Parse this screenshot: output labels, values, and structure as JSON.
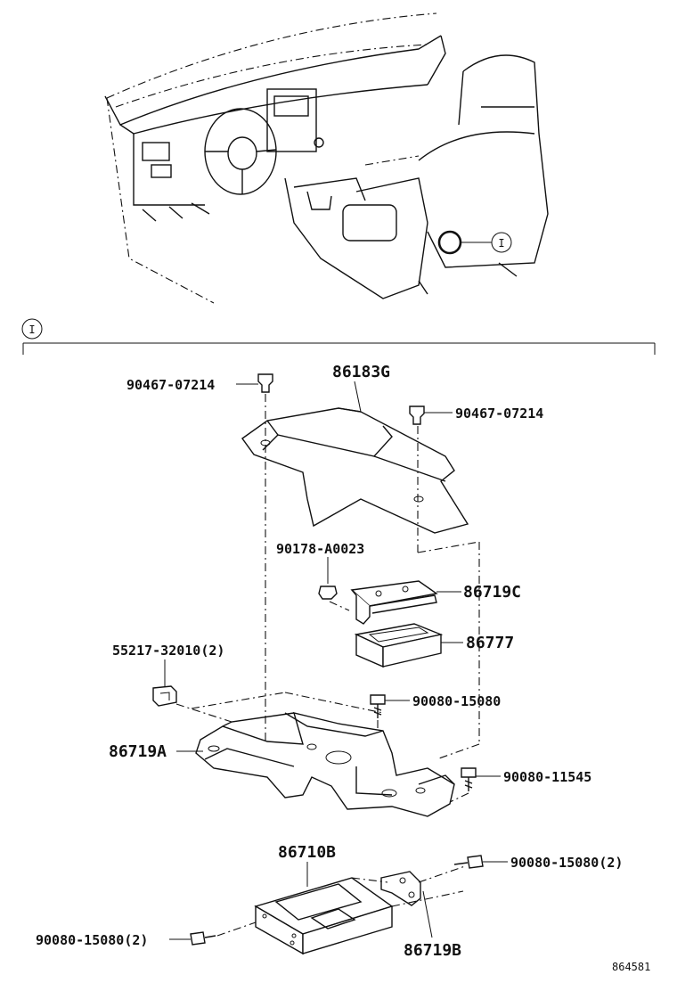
{
  "callout": {
    "ref_marker": "I",
    "section_marker": "I"
  },
  "parts": {
    "cover_top": "86183G",
    "screw_left_top": "90467-07214",
    "screw_right_top": "90467-07214",
    "nut": "90178-A0023",
    "bracket_c": "86719C",
    "module": "86777",
    "clip": "55217-32010(2)",
    "bolt_mid": "90080-15080",
    "bracket_a": "86719A",
    "bolt_right": "90080-11545",
    "amp_box": "86710B",
    "bolt_bottom_right": "90080-15080(2)",
    "bolt_bottom_left": "90080-15080(2)",
    "bracket_b": "86719B"
  },
  "footer": {
    "drawing_code": "864581"
  }
}
